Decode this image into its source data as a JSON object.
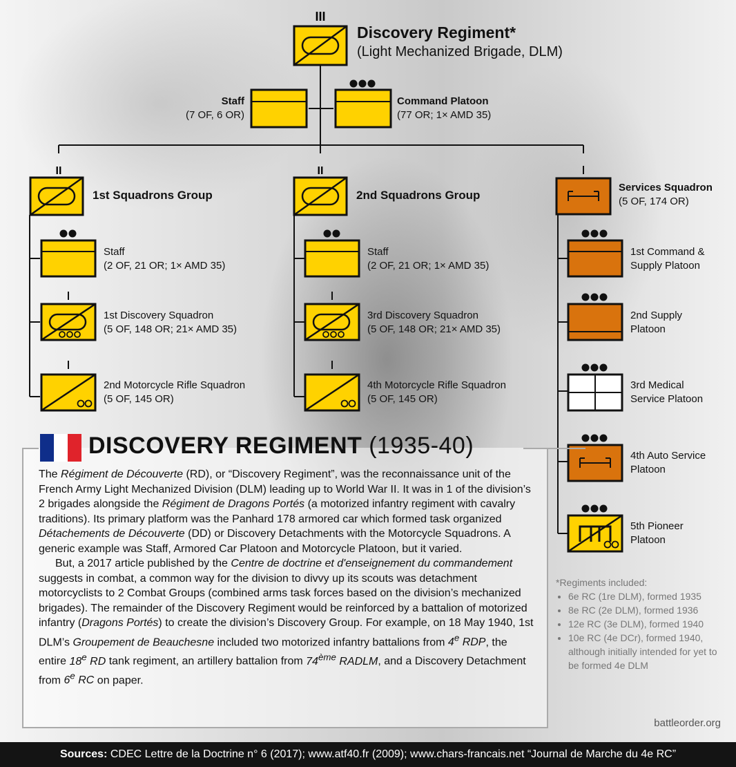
{
  "regiment": {
    "title": "Discovery Regiment*",
    "subtitle": "(Light Mechanized Brigade, DLM)",
    "echelon": "III"
  },
  "staff": {
    "name": "Staff",
    "detail": "(7 OF, 6 OR)"
  },
  "command_platoon": {
    "name": "Command Platoon",
    "detail": "(77 OR; 1× AMD 35)"
  },
  "group1": {
    "name": "1st Squadrons Group",
    "echelon": "II",
    "staff": {
      "name": "Staff",
      "detail": "(2 OF, 21 OR; 1× AMD 35)"
    },
    "squadron_a": {
      "name": "1st Discovery Squadron",
      "detail": "(5 OF, 148 OR; 21× AMD 35)"
    },
    "squadron_b": {
      "name": "2nd Motorcycle Rifle Squadron",
      "detail": "(5 OF, 145 OR)"
    }
  },
  "group2": {
    "name": "2nd Squadrons Group",
    "echelon": "II",
    "staff": {
      "name": "Staff",
      "detail": "(2 OF, 21 OR; 1× AMD 35)"
    },
    "squadron_a": {
      "name": "3rd Discovery Squadron",
      "detail": "(5 OF, 148 OR; 21× AMD 35)"
    },
    "squadron_b": {
      "name": "4th Motorcycle Rifle Squadron",
      "detail": "(5 OF, 145 OR)"
    }
  },
  "services": {
    "name": "Services Squadron",
    "detail": "(5 OF, 174 OR)",
    "units": [
      {
        "line1": "1st Command &",
        "line2": "Supply Platoon"
      },
      {
        "line1": "2nd Supply",
        "line2": "Platoon"
      },
      {
        "line1": "3rd Medical",
        "line2": "Service Platoon"
      },
      {
        "line1": "4th Auto Service",
        "line2": "Platoon"
      },
      {
        "line1": "5th Pioneer",
        "line2": "Platoon"
      }
    ]
  },
  "panel": {
    "title": "DISCOVERY REGIMENT",
    "years": "(1935-40)"
  },
  "notes": {
    "heading": "*Regiments included:",
    "items": [
      "6e RC (1re DLM), formed 1935",
      "8e RC (2e DLM), formed 1936",
      "12e RC (3e DLM), formed 1940",
      "10e RC (4e DCr), formed 1940, although initially intended for yet to be formed 4e DLM"
    ]
  },
  "credit": "battleorder.org",
  "footer": {
    "label": "Sources:",
    "text": "CDEC Lettre de la Doctrine n° 6 (2017); www.atf40.fr (2009); www.chars-francais.net “Journal de Marche du 4e RC”"
  },
  "colors": {
    "yellow": "#ffd200",
    "orange": "#d9730d",
    "white_box": "#ffffff",
    "flag_blue": "#0f2e8a",
    "flag_white": "#ffffff",
    "flag_red": "#e0232b",
    "footer_bg": "#141414"
  }
}
